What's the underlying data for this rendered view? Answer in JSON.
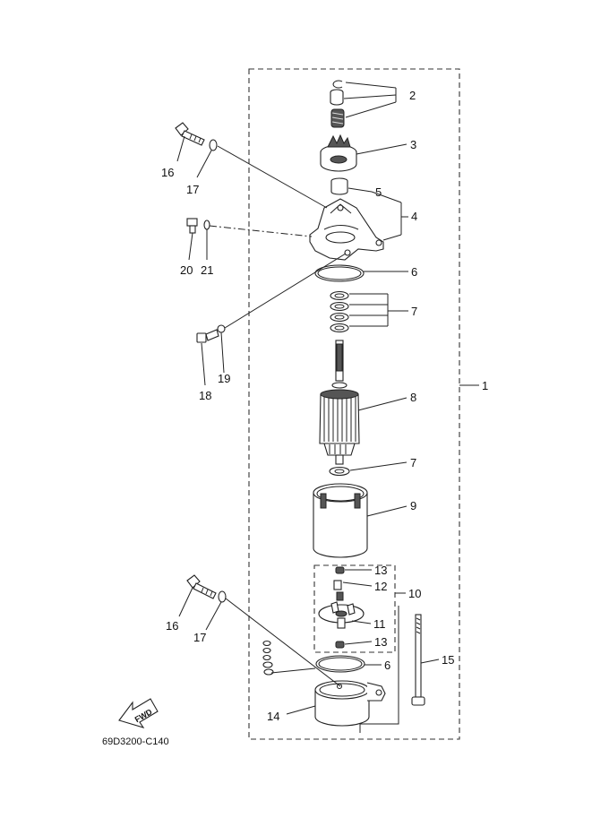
{
  "figure_code": "69D3200-C140",
  "fwd_label": "FWD",
  "callouts": {
    "c1": "1",
    "c2": "2",
    "c3": "3",
    "c4": "4",
    "c5": "5",
    "c6a": "6",
    "c6b": "6",
    "c7a": "7",
    "c7b": "7",
    "c8": "8",
    "c9": "9",
    "c10": "10",
    "c11": "11",
    "c12": "12",
    "c13a": "13",
    "c13b": "13",
    "c14": "14",
    "c15": "15",
    "c16a": "16",
    "c16b": "16",
    "c17a": "17",
    "c17b": "17",
    "c18": "18",
    "c19": "19",
    "c20": "20",
    "c21": "21"
  }
}
